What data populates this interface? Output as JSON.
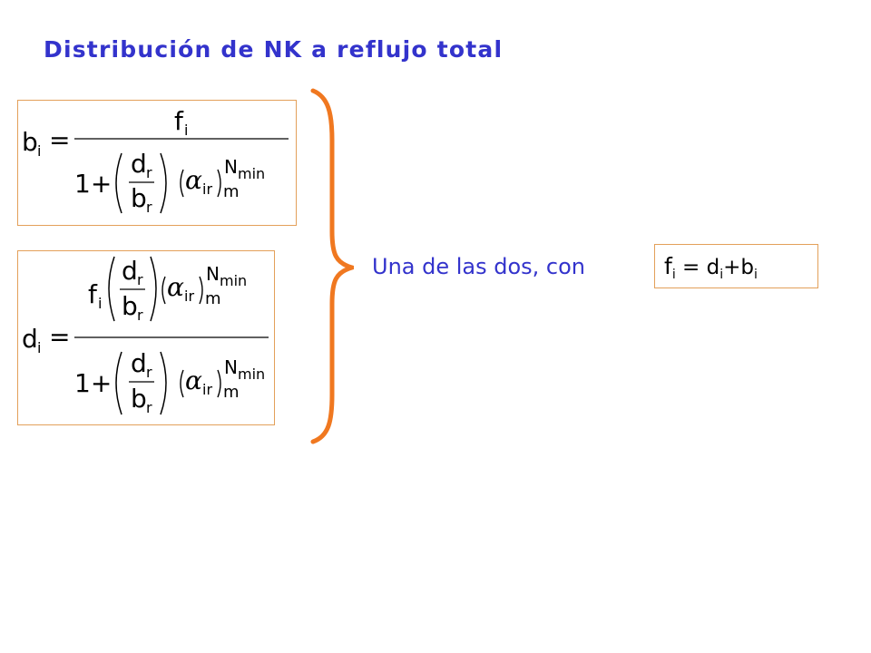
{
  "title": "Distribución de NK a reflujo total",
  "caption": "Una de las dos, con",
  "relation": {
    "lhs": "f",
    "lhs_sub": "i",
    "equals": " = ",
    "term1": "d",
    "term1_sub": "i",
    "plus": "+",
    "term2": "b",
    "term2_sub": "i"
  },
  "equation_b": {
    "lhs": "b",
    "lhs_sub": "i",
    "numerator": "f",
    "numerator_sub": "i",
    "one_plus": "1+",
    "ratio_top": "d",
    "ratio_top_sub": "r",
    "ratio_bottom": "b",
    "ratio_bottom_sub": "r",
    "alpha": "α",
    "alpha_sub": "ir",
    "m": "m",
    "exponent": "N",
    "exponent_sub": "min"
  },
  "equation_d": {
    "lhs": "d",
    "lhs_sub": "i",
    "numerator": "f",
    "numerator_sub": "i",
    "one_plus": "1+",
    "ratio_top": "d",
    "ratio_top_sub": "r",
    "ratio_bottom": "b",
    "ratio_bottom_sub": "r",
    "alpha": "α",
    "alpha_sub": "ir",
    "m": "m",
    "exponent": "N",
    "exponent_sub": "min"
  },
  "colors": {
    "title": "#3333cc",
    "caption": "#3333cc",
    "bracket": "#f07820",
    "box_border": "#e3a05a",
    "math": "#000000"
  }
}
